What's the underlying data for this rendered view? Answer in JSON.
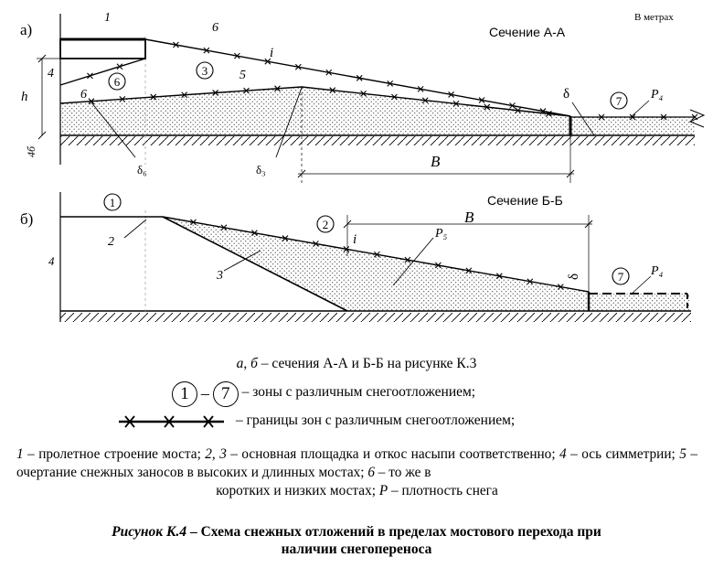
{
  "units_note": "В метрах",
  "section_a": {
    "letter": "а)",
    "title": "Сечение А-А",
    "labels": {
      "n1": "1",
      "n6_top": "6",
      "i": "i",
      "n3": "3",
      "n5": "5",
      "n4": "4",
      "n6_left": "6",
      "n6_circle": "6",
      "h": "h",
      "delta_b_left": "4б",
      "delta_6": "δ₆",
      "delta_3": "δ₃",
      "B": "B",
      "delta": "δ",
      "n7": "7",
      "P4": "P₄"
    }
  },
  "section_b": {
    "letter": "б)",
    "title": "Сечение Б-Б",
    "labels": {
      "n1": "1",
      "n2_italic": "2",
      "n4": "4",
      "n3": "3",
      "n2_circle": "2",
      "i": "i",
      "B": "B",
      "P5": "P₅",
      "delta": "δ",
      "n7": "7",
      "P4": "P₄"
    }
  },
  "legend": {
    "sections_note_a": "а",
    "sections_note_sep": ", ",
    "sections_note_b": "б",
    "sections_note_rest": " – сечения А-А и Б-Б на рисунке К.3",
    "zone_from": "1",
    "zone_dash": "–",
    "zone_to": "7",
    "zones_text": "– зоны с различным снегоотложением;",
    "boundary_text": "– границы зон с различным снегоотложением;"
  },
  "description": {
    "n1": "1",
    "t1": " – пролетное строение моста; ",
    "n23": "2, 3",
    "t2": " – основная площадка и откос насыпи соответственно; ",
    "n4": "4",
    "t3": " – ось симметрии; ",
    "n5": "5",
    "t4": " – очертание снежных заносов в высоких и длинных мостах; ",
    "n6": "6",
    "t5": " – то же в",
    "t6": "коротких и низких мостах; ",
    "nP": "P",
    "t7": " – плотность снега"
  },
  "caption": {
    "label": "Рисунок К.4",
    "text": " – Схема снежных отложений в пределах мостового перехода при",
    "text2": "наличии снегопереноса"
  }
}
